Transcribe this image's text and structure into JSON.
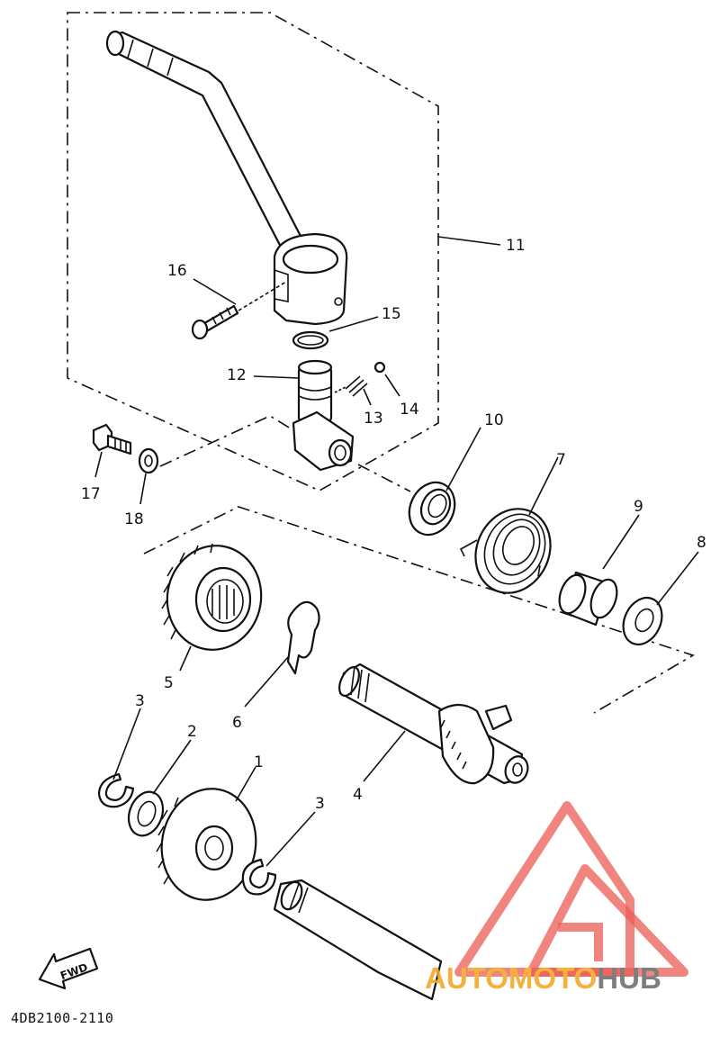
{
  "callouts": {
    "c1": "1",
    "c2": "2",
    "c3a": "3",
    "c3b": "3",
    "c4": "4",
    "c5": "5",
    "c6": "6",
    "c7": "7",
    "c8": "8",
    "c9": "9",
    "c10": "10",
    "c11": "11",
    "c12": "12",
    "c13": "13",
    "c14": "14",
    "c15": "15",
    "c16": "16",
    "c17": "17",
    "c18": "18"
  },
  "fwd_label": "FWD",
  "diagram_code": "4DB2100-2110",
  "watermark": {
    "part1": "AUTO",
    "part2": "MOTO",
    "part3": "HUB"
  },
  "colors": {
    "line": "#111111",
    "watermark_red": "#e8463c",
    "watermark_orange": "#f5a623",
    "watermark_gray": "#6d6d6d"
  }
}
